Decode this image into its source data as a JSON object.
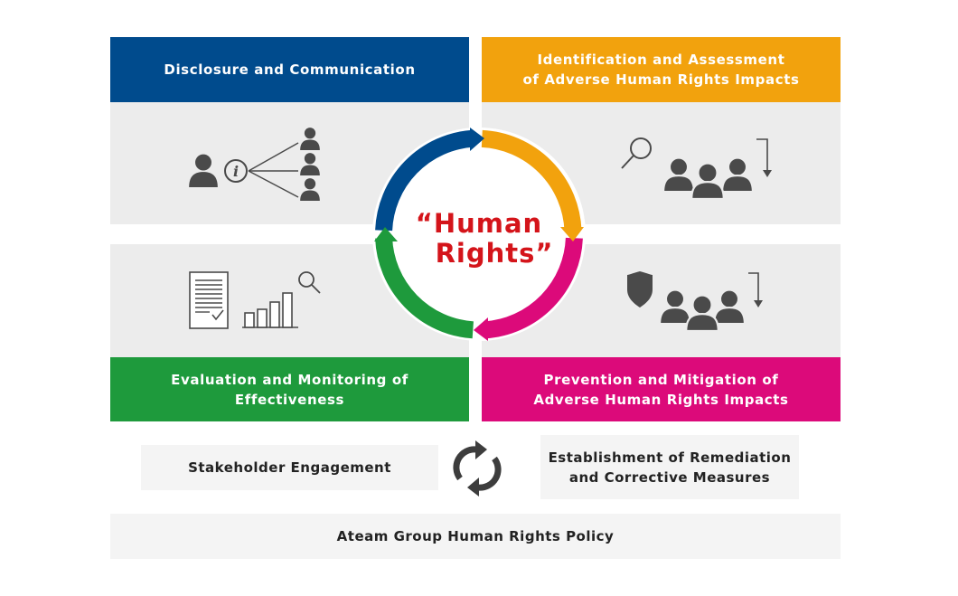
{
  "quadrants": {
    "top_left": {
      "title_lines": [
        "Disclosure and Communication"
      ],
      "color": "#004b8d"
    },
    "top_right": {
      "title_lines": [
        "Identification and Assessment",
        "of Adverse Human Rights Impacts"
      ],
      "color": "#f2a20d"
    },
    "bottom_left": {
      "title_lines": [
        "Evaluation and Monitoring of",
        "Effectiveness"
      ],
      "color": "#1e9a3c"
    },
    "bottom_right": {
      "title_lines": [
        "Prevention and Mitigation of",
        "Adverse Human Rights Impacts"
      ],
      "color": "#dc0a7a"
    }
  },
  "center": {
    "title_lines": [
      "“Human",
      "Rights”"
    ],
    "color": "#d4141a"
  },
  "stakeholder": {
    "label": "Stakeholder Engagement"
  },
  "remediation": {
    "title_lines": [
      "Establishment of Remediation",
      "and Corrective Measures"
    ]
  },
  "policy": {
    "label": "Ateam Group Human Rights Policy"
  },
  "icons": {
    "top_left": [
      "person-icon",
      "info-icon",
      "people-group-icon"
    ],
    "top_right": [
      "magnifier-icon",
      "people-group-icon",
      "down-arrow-icon"
    ],
    "bottom_left": [
      "document-check-icon",
      "bar-chart-icon",
      "magnifier-icon"
    ],
    "bottom_right": [
      "shield-icon",
      "people-group-icon",
      "down-arrow-icon"
    ],
    "bottom": [
      "cycle-arrows-icon"
    ]
  }
}
